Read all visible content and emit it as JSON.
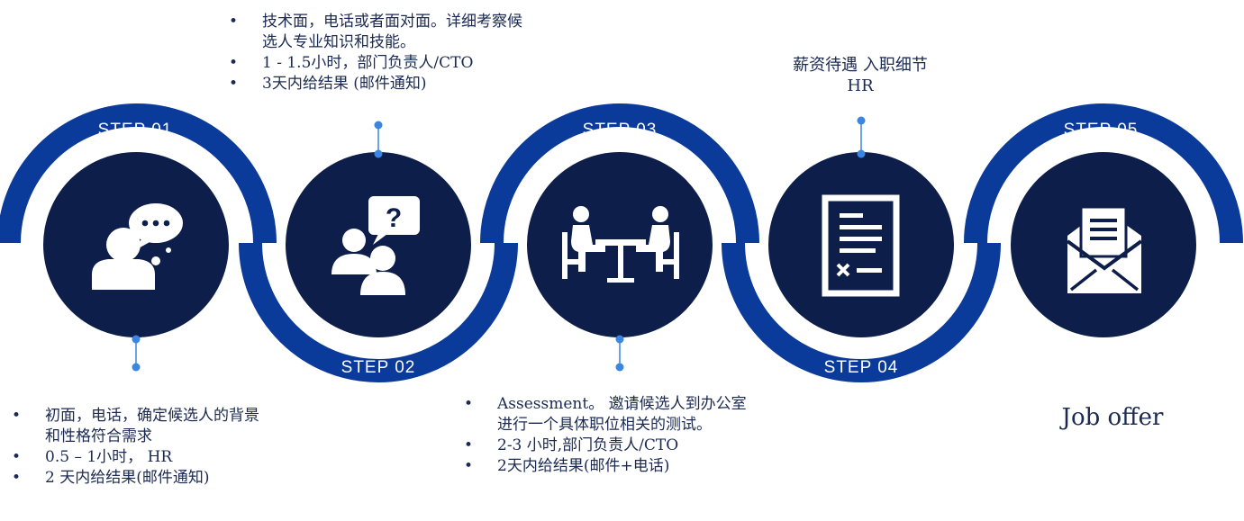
{
  "steps": [
    {
      "label": "STEP  01",
      "icon": "consultation-chat-icon"
    },
    {
      "label": "STEP  02",
      "icon": "question-interview-icon"
    },
    {
      "label": "STEP  03",
      "icon": "meeting-table-icon"
    },
    {
      "label": "STEP  04",
      "icon": "contract-document-icon"
    },
    {
      "label": "STEP  05",
      "icon": "envelope-letter-icon"
    }
  ],
  "step1_text": [
    "初面，电话，确定候选人的背景和性格符合需求",
    "0.5 – 1小时，  HR",
    "2 天内给结果(邮件通知)"
  ],
  "step2_text": [
    "技术面，电话或者面对面。详细考察候选人专业知识和技能。",
    "1 - 1.5小时，部门负责人/CTO",
    "3天内给结果 (邮件通知)"
  ],
  "step3_text": [
    "Assessment。 邀请候选人到办公室进行一个具体职位相关的测试。",
    "2-3 小时,部门负责人/CTO",
    "2天内给结果(邮件+电话)"
  ],
  "step4_text": [
    "薪资待遇 入职细节",
    "HR"
  ],
  "step5_text": "Job offer",
  "colors": {
    "arc": "#0a3a9a",
    "circle": "#0e1e4a",
    "connector": "#3a86e0",
    "text": "#1b2a52"
  }
}
